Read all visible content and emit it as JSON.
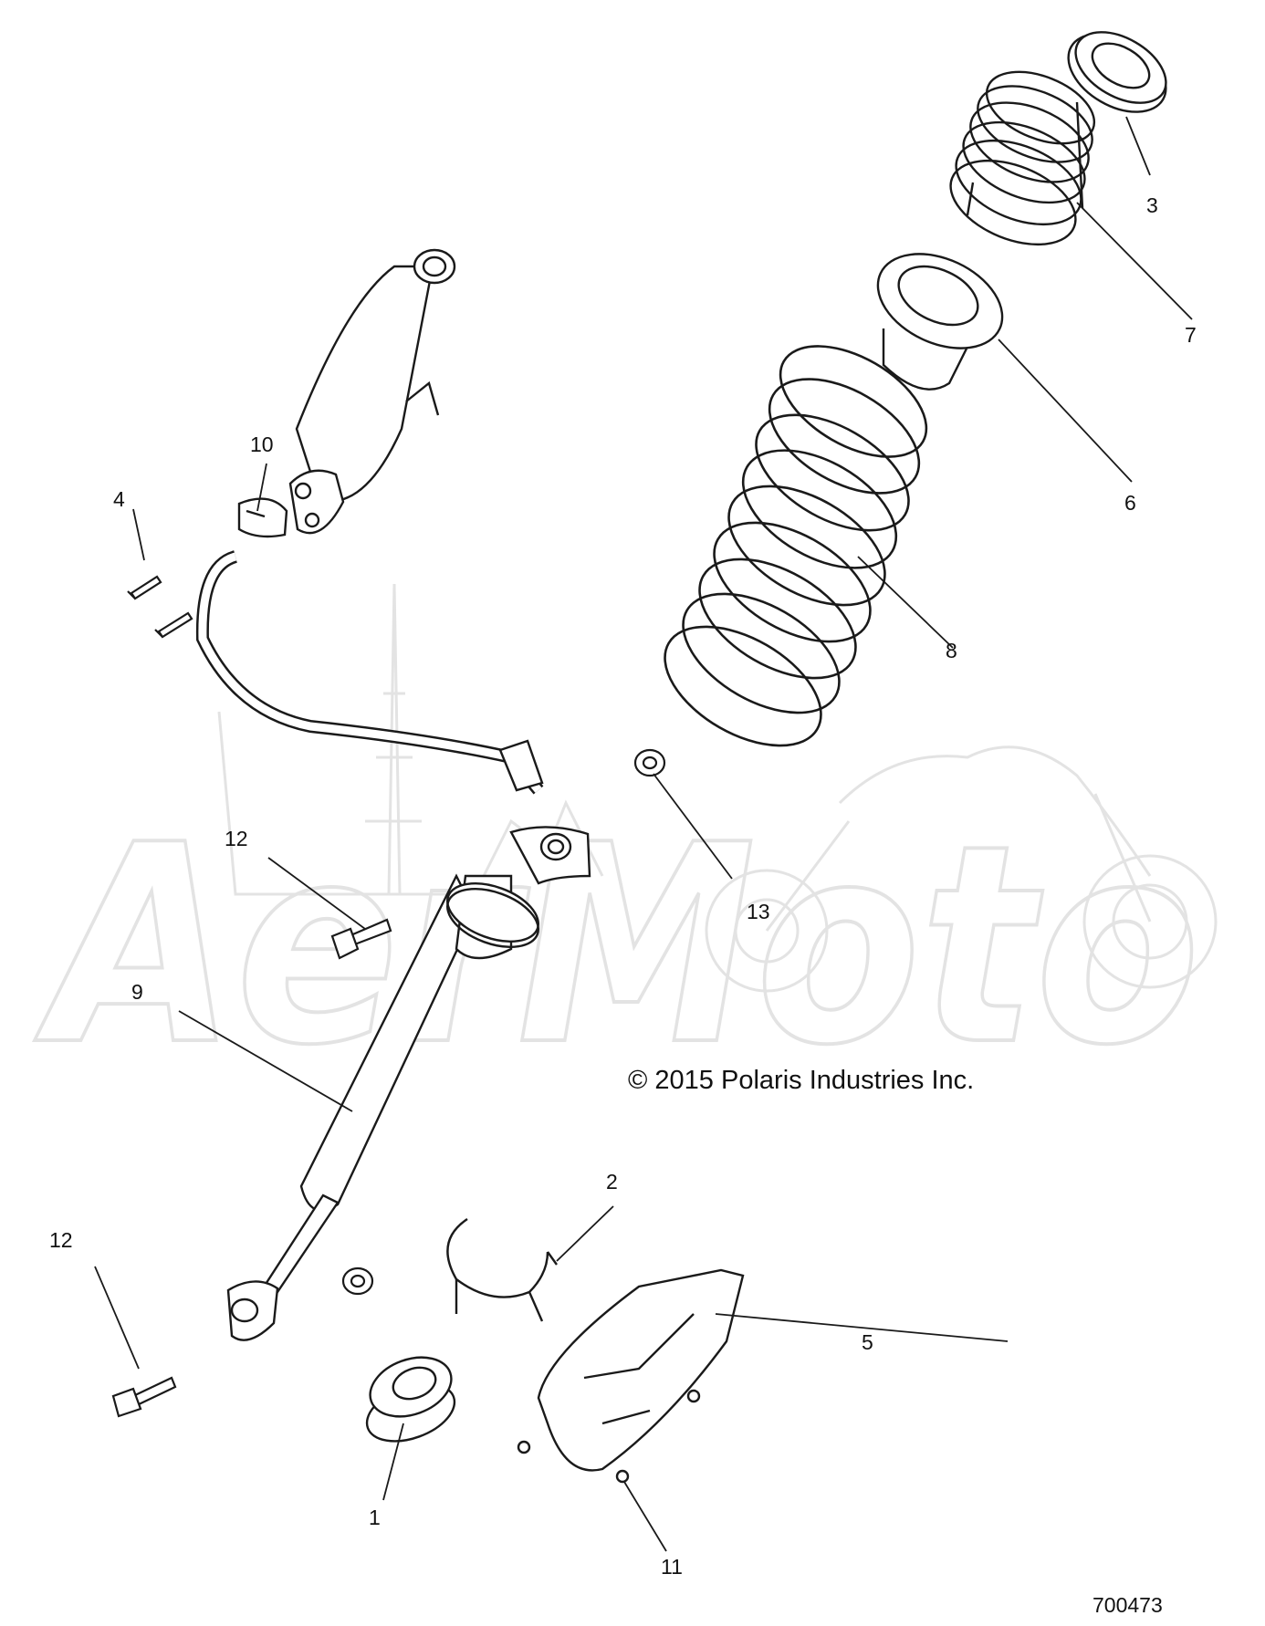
{
  "watermark": {
    "text": "AerMoto",
    "color": "#e6e6e6"
  },
  "copyright": "© 2015 Polaris Industries Inc.",
  "diagram_id": "700473",
  "callouts": {
    "c1": "1",
    "c2": "2",
    "c3": "3",
    "c4": "4",
    "c5": "5",
    "c6": "6",
    "c7": "7",
    "c8": "8",
    "c9": "9",
    "c10": "10",
    "c11": "11",
    "c12a": "12",
    "c12b": "12",
    "c13": "13"
  },
  "colors": {
    "line": "#1a1a1a",
    "background": "#ffffff"
  }
}
